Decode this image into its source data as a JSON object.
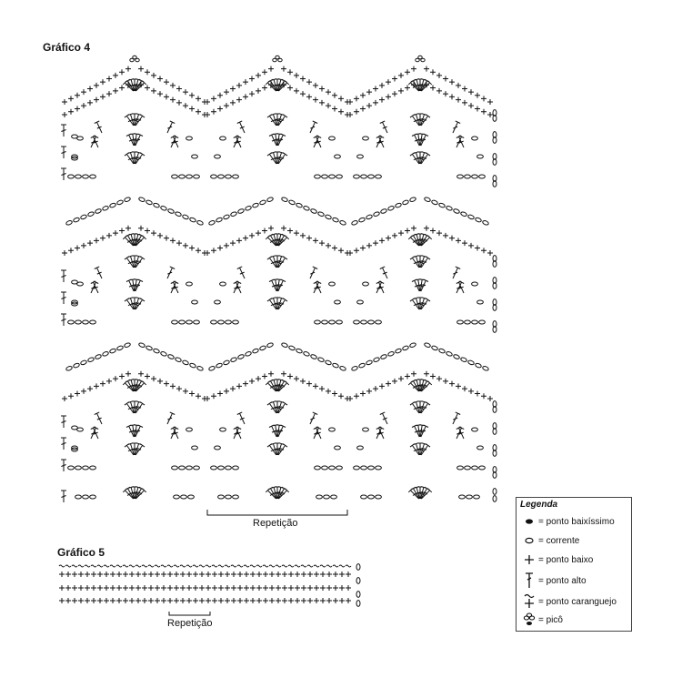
{
  "graphic4": {
    "title": "Gráfico 4",
    "repeat_label": "Repetição"
  },
  "graphic5": {
    "title": "Gráfico 5",
    "repeat_label": "Repetição"
  },
  "legend": {
    "title": "Legenda",
    "items": [
      {
        "icon": "slip-stitch-icon",
        "label": "= ponto baixíssimo"
      },
      {
        "icon": "chain-icon",
        "label": "= corrente"
      },
      {
        "icon": "single-crochet-icon",
        "label": "= ponto baixo"
      },
      {
        "icon": "double-crochet-icon",
        "label": "= ponto alto"
      },
      {
        "icon": "crab-stitch-icon",
        "label": "= ponto caranguejo"
      },
      {
        "icon": "picot-icon",
        "label": "= picô"
      }
    ]
  },
  "colors": {
    "ink": "#111111",
    "background": "#ffffff"
  }
}
